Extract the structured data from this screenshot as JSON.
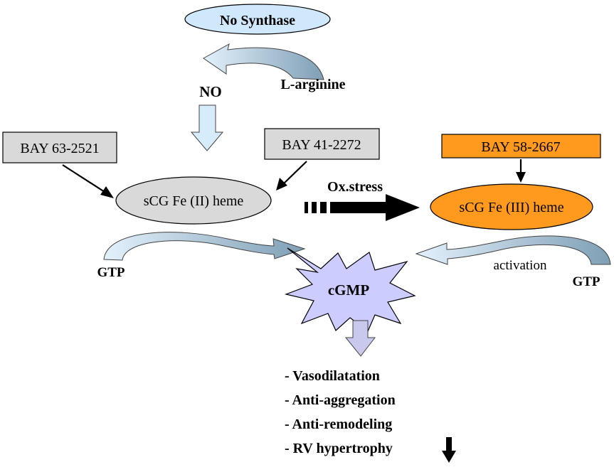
{
  "nodes": {
    "no_synthase": "No Synthase",
    "l_arginine": "L-arginine",
    "no": "NO",
    "bay_63": "BAY 63-2521",
    "bay_41": "BAY 41-2272",
    "bay_58": "BAY 58-2667",
    "scg_fe2": "sCG Fe (II) heme",
    "scg_fe3": "sCG Fe (III) heme",
    "ox_stress": "Ox.stress",
    "gtp_left": "GTP",
    "gtp_right": "GTP",
    "activation": "activation",
    "cgmp": "cGMP"
  },
  "effects": [
    "- Vasodilatation",
    "- Anti-aggregation",
    "- Anti-remodeling",
    "- RV hypertrophy"
  ],
  "colors": {
    "ellipse_blue": "#cfe8fb",
    "light_arrow": "#d6ecfb",
    "steel_arrow": "#8fb0c6",
    "grey_box": "#d9d9d9",
    "orange": "#ff9a1f",
    "cgmp_fill": "#ccccff",
    "cgmp_arrow": "#c9c9ee",
    "black": "#000000"
  }
}
